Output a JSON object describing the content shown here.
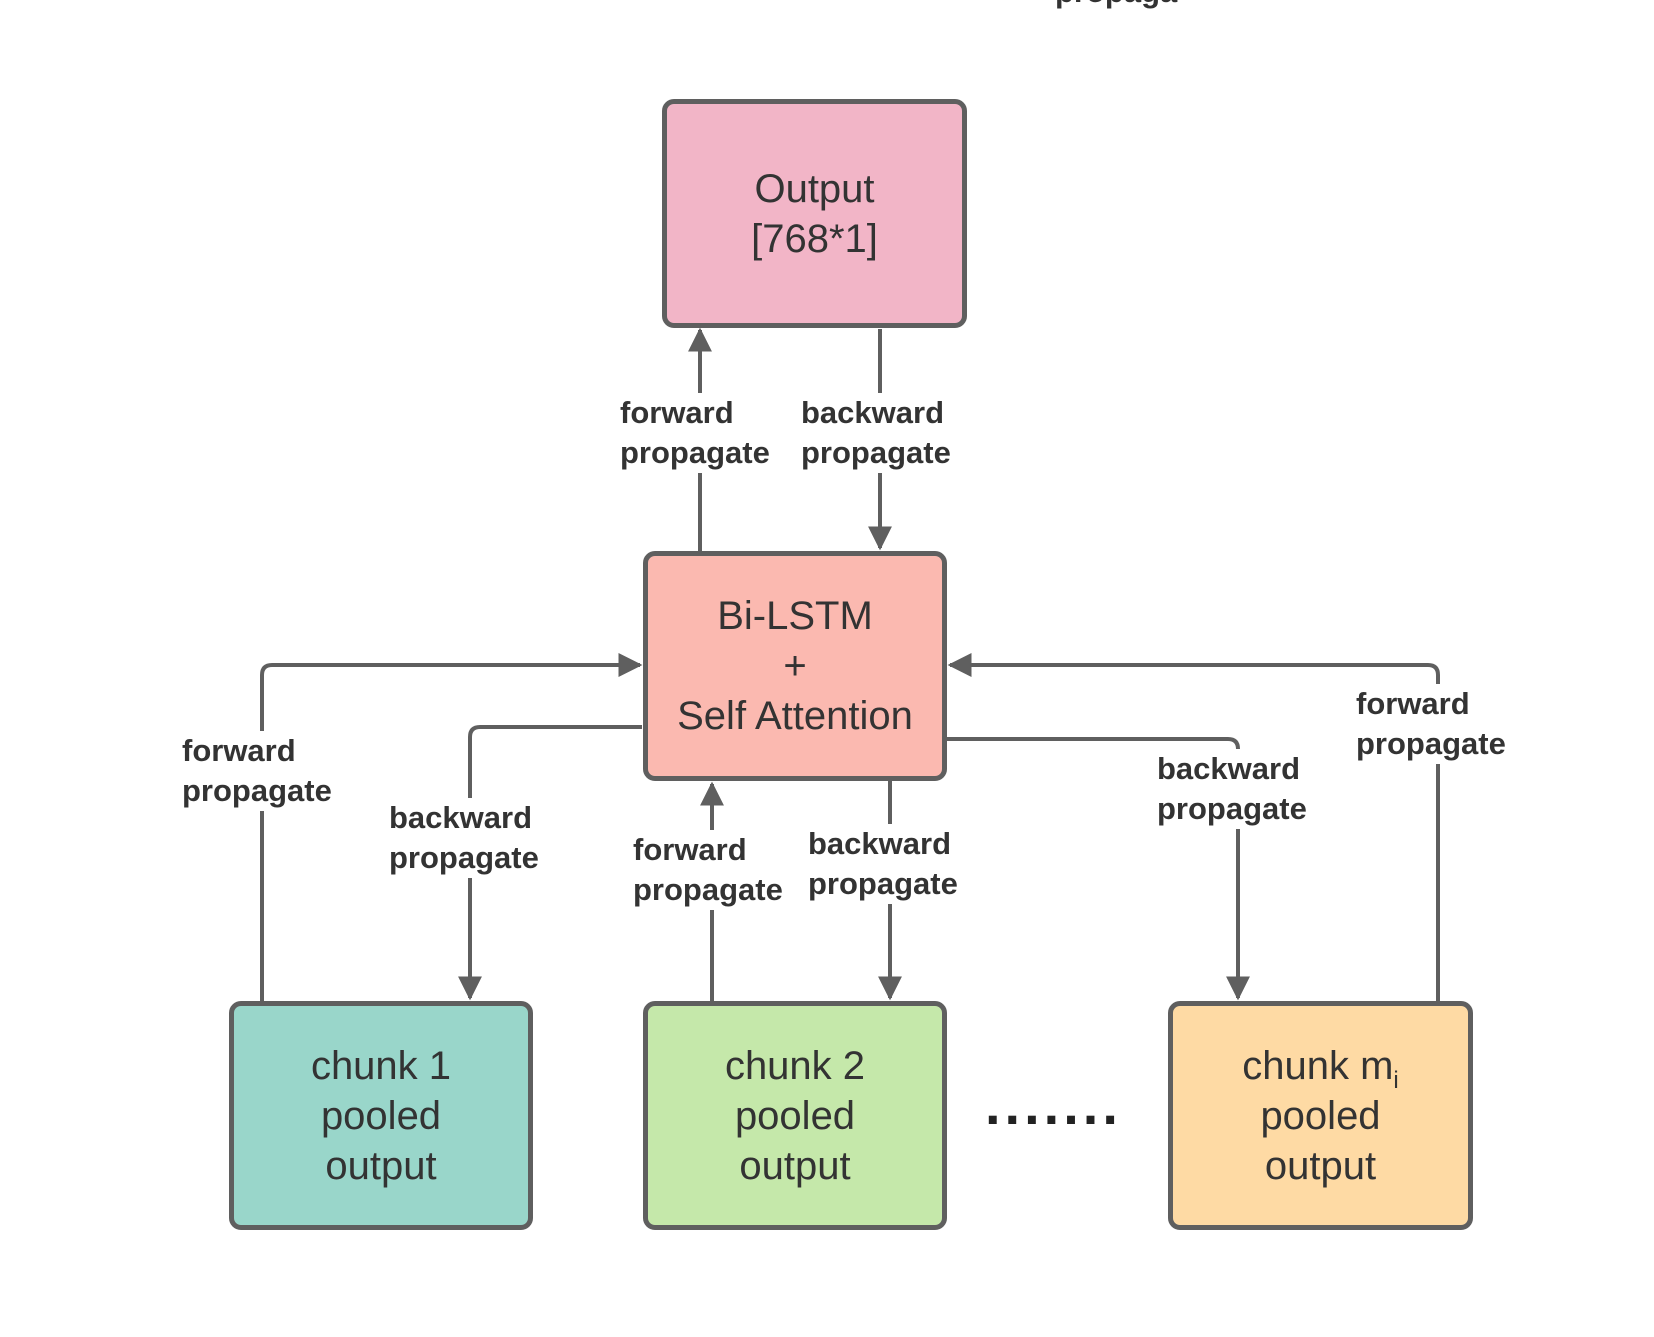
{
  "title_fragment": "propaga",
  "nodes": {
    "output": {
      "line1": "Output",
      "line2": "[768*1]",
      "color": "#f2b5c7"
    },
    "bilstm": {
      "line1": "Bi-LSTM",
      "line2": "+",
      "line3": "Self Attention",
      "color": "#fbb9b0"
    },
    "chunk1": {
      "line1": "chunk 1",
      "line2": "pooled",
      "line3": "output",
      "color": "#99d6ca"
    },
    "chunk2": {
      "line1": "chunk 2",
      "line2": "pooled",
      "line3": "output",
      "color": "#c5e8aa"
    },
    "chunkm": {
      "line1_prefix": "chunk m",
      "line1_sub": "i",
      "line2": "pooled",
      "line3": "output",
      "color": "#fedaa4"
    }
  },
  "edge_labels": {
    "forward": {
      "line1": "forward",
      "line2": "propagate"
    },
    "backward": {
      "line1": "backward",
      "line2": "propagate"
    }
  },
  "ellipsis": ".......",
  "colors": {
    "stroke": "#5f5f5f",
    "text": "#333333"
  }
}
